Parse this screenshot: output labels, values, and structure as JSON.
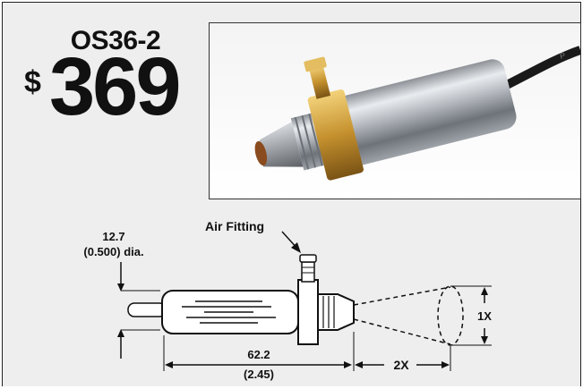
{
  "product": {
    "model": "OS36-2",
    "currency_symbol": "$",
    "price": "369"
  },
  "drawing": {
    "air_fitting_label": "Air Fitting",
    "diameter_value": "12.7",
    "diameter_label": "(0.500) dia.",
    "length_value": "62.2",
    "length_label": "(2.45)",
    "spot_height_label": "1X",
    "distance_label": "2X"
  }
}
